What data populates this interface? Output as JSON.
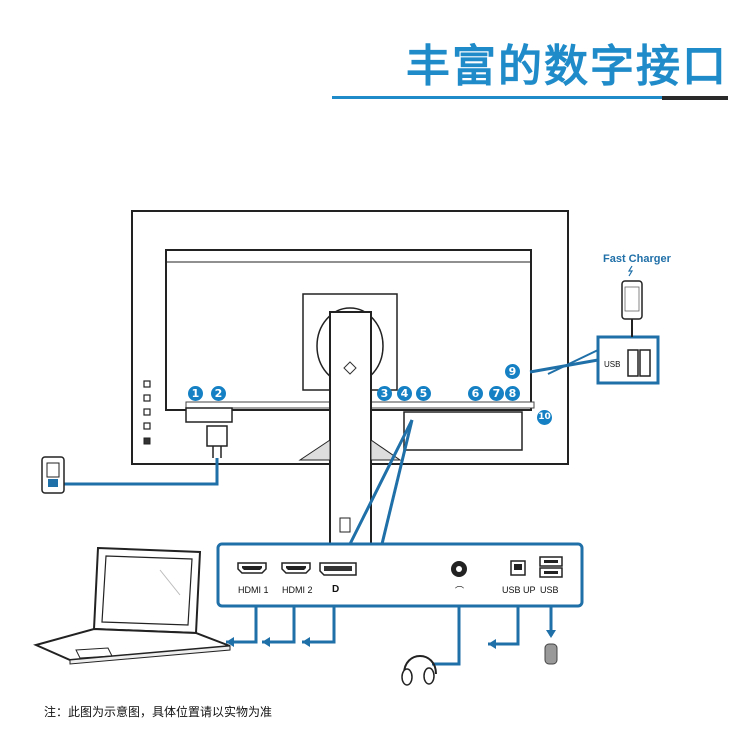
{
  "title": "丰富的数字接口",
  "note": "注：此图为示意图，具体位置请以实物为准",
  "fast_charger_label": "Fast Charger",
  "badges": [
    "1",
    "2",
    "3",
    "4",
    "5",
    "6",
    "7",
    "8",
    "9",
    "10"
  ],
  "ports": {
    "hdmi1": "HDMI 1",
    "hdmi2": "HDMI 2",
    "dp": "D",
    "usb_up": "USB UP",
    "usb": "USB"
  },
  "side_usb_label": "USB",
  "colors": {
    "accent": "#1f8bc9",
    "badge": "#1581c4",
    "line": "#1f6fa8"
  }
}
